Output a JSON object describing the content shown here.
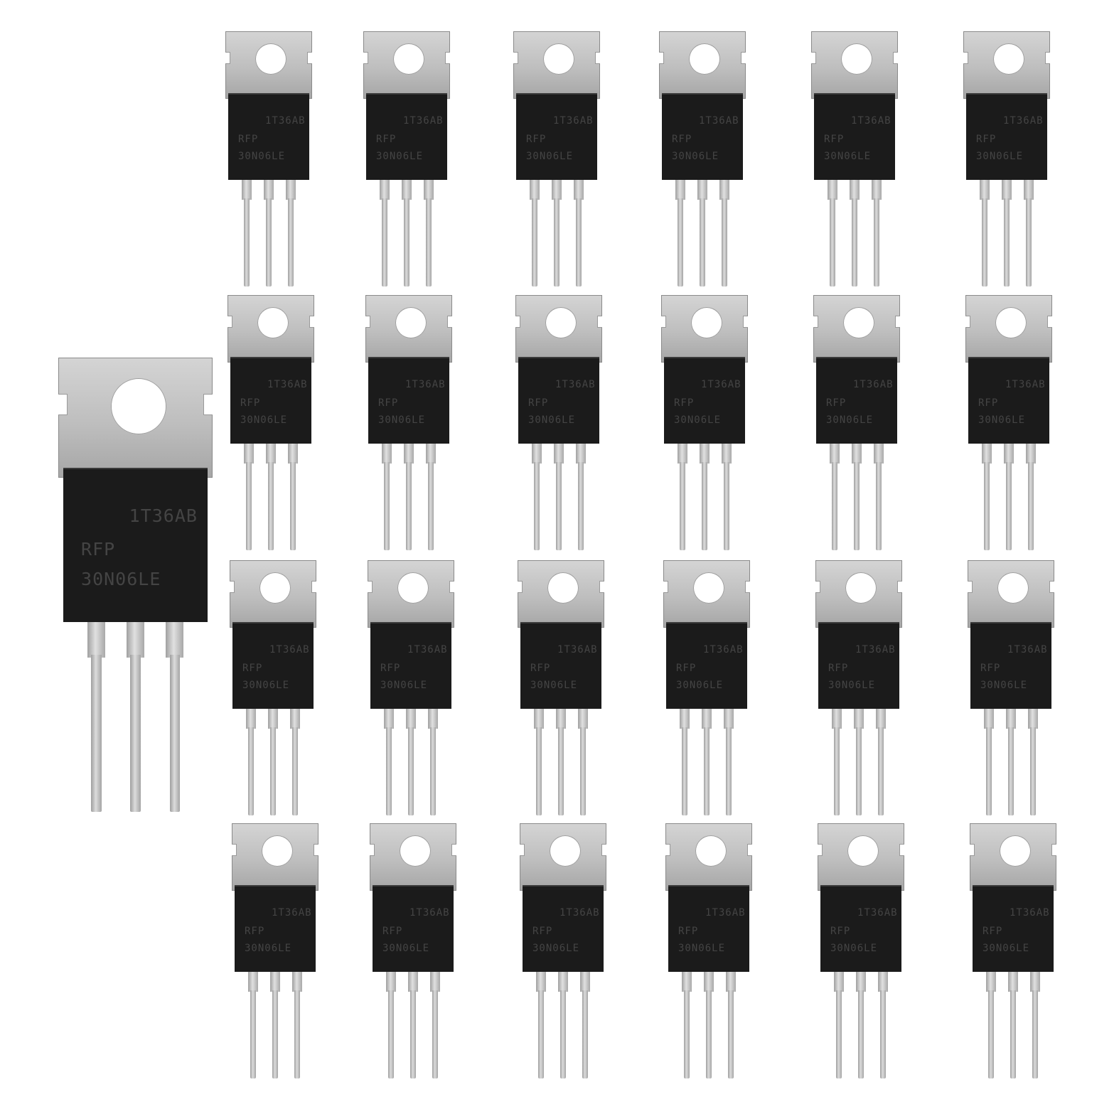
{
  "product": {
    "part_number": "RFP 30N06LE",
    "quantity": 24
  },
  "component": {
    "marking_line1": "1T36AB",
    "marking_line2": "RFP",
    "marking_line3": "30N06LE"
  },
  "colors": {
    "background": "#ffffff",
    "tab": "#c0c0c0",
    "body": "#1b1b1b",
    "marking": "#444444",
    "lead": "#c8c8c8"
  },
  "icons": {
    "transistor": "to220-package-icon"
  }
}
